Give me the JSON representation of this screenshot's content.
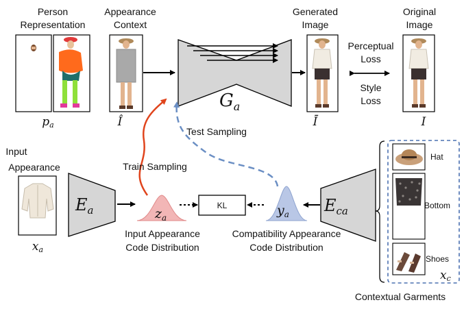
{
  "labels": {
    "person_rep_1": "Person",
    "person_rep_2": "Representation",
    "appearance_context_1": "Appearance",
    "appearance_context_2": "Context",
    "generated_1": "Generated",
    "generated_2": "Image",
    "original_1": "Original",
    "original_2": "Image",
    "perceptual_1": "Perceptual",
    "perceptual_2": "Loss",
    "style_1": "Style",
    "style_2": "Loss",
    "test_sampling": "Test Sampling",
    "train_sampling": "Train Sampling",
    "input_appearance_1": "Input",
    "input_appearance_2": "Appearance",
    "kl": "KL",
    "input_code_1": "Input Appearance",
    "input_code_2": "Code Distribution",
    "compat_code_1": "Compatibility Appearance",
    "compat_code_2": "Code Distribution",
    "hat": "Hat",
    "bottom": "Bottom",
    "shoes": "Shoes",
    "contextual_garments": "Contextual Garments"
  },
  "symbols": {
    "p_a": "p",
    "p_a_sub": "a",
    "I_hat": "Î",
    "I_bar": "Ī",
    "I": "I",
    "G": "G",
    "G_sub": "a",
    "E_a": "E",
    "E_a_sub": "a",
    "E_ca": "E",
    "E_ca_sub": "ca",
    "z_a": "z",
    "z_a_sub": "a",
    "y_a": "y",
    "y_a_sub": "a",
    "x_a": "x",
    "x_a_sub": "a",
    "x_c": "x",
    "x_c_sub": "c"
  },
  "colors": {
    "train_arrow": "#e0441c",
    "test_arrow": "#6b8fc4",
    "z_dist": "#f2b6b6",
    "y_dist": "#b9c7e6",
    "network_fill": "#d6d6d6"
  }
}
